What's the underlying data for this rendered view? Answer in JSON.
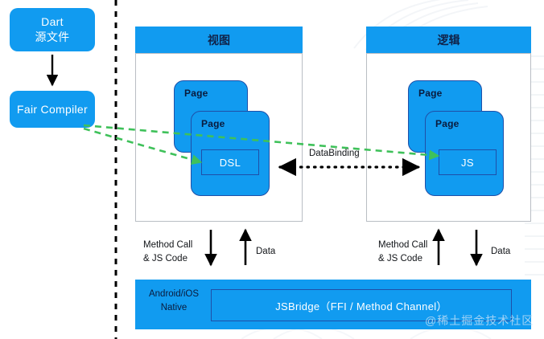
{
  "diagram": {
    "title": "Fair cross-platform architecture diagram",
    "colors": {
      "blue": "#119bf0",
      "dark_navy": "#0a1b3d",
      "box_border": "#1f4fa8",
      "panel_border": "#b9bec4",
      "green_dashed": "#3fc15a",
      "black_arrow": "#000000",
      "watermark": "#b9dcf6"
    }
  },
  "pipeline": {
    "dart_source": {
      "line1": "Dart",
      "line2": "源文件"
    },
    "fair_compiler": {
      "label": "Fair Compiler"
    }
  },
  "panels": {
    "view": {
      "header": "视图",
      "page_back_label": "Page",
      "page_front_label": "Page",
      "inner_box_label": "DSL"
    },
    "logic": {
      "header": "逻辑",
      "page_back_label": "Page",
      "page_front_label": "Page",
      "inner_box_label": "JS"
    }
  },
  "connections": {
    "databinding_label": "DataBinding",
    "left_method_call": "Method Call\n& JS Code",
    "left_data": "Data",
    "right_method_call": "Method Call\n& JS Code",
    "right_data": "Data"
  },
  "native": {
    "platform_label": "Android/iOS\nNative",
    "jsbridge_label": "JSBridge（FFI / Method Channel）"
  },
  "watermark": {
    "text": "@稀土掘金技术社区"
  }
}
